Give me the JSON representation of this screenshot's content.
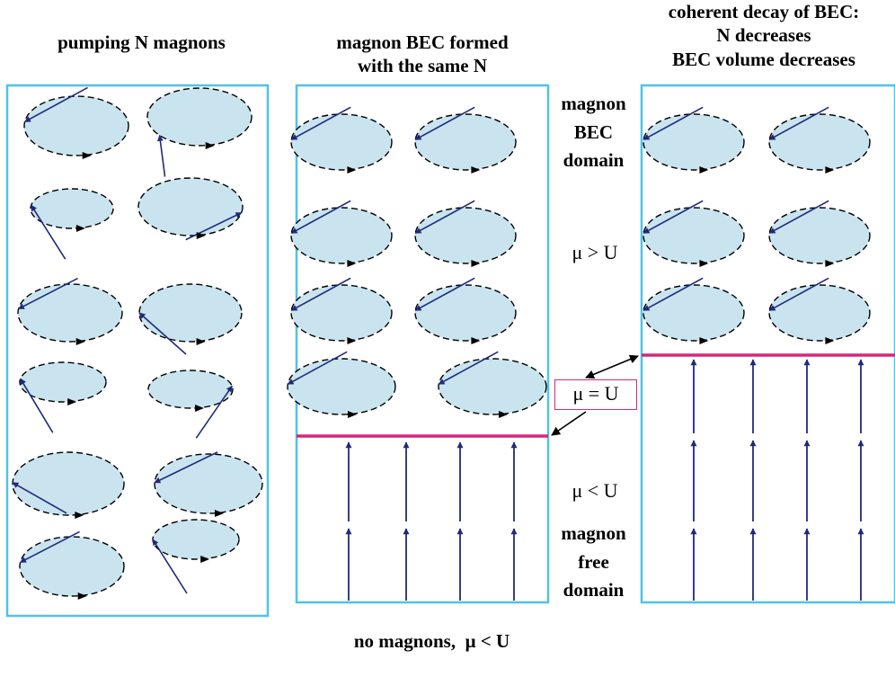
{
  "columns": {
    "left_title": "pumping N magnons",
    "middle_title_line1": "magnon BEC formed",
    "middle_title_line2": "with the same N",
    "right_title_line1": "coherent decay of BEC:",
    "right_title_line2": "N decreases",
    "right_title_line3": "BEC volume decreases"
  },
  "side_labels": {
    "bec_domain": [
      "magnon",
      "BEC",
      "domain"
    ],
    "free_domain": [
      "magnon",
      "free",
      "domain"
    ],
    "mu_greater": "μ > U",
    "mu_equal": "μ = U",
    "mu_less": "μ < U"
  },
  "bottom_label": "no magnons,  μ < U",
  "colors": {
    "panel_border": "#4fc3e8",
    "ellipse_fill": "#c9e4ef",
    "arrow": "#1f2a7a",
    "boundary": "#d6267f"
  }
}
